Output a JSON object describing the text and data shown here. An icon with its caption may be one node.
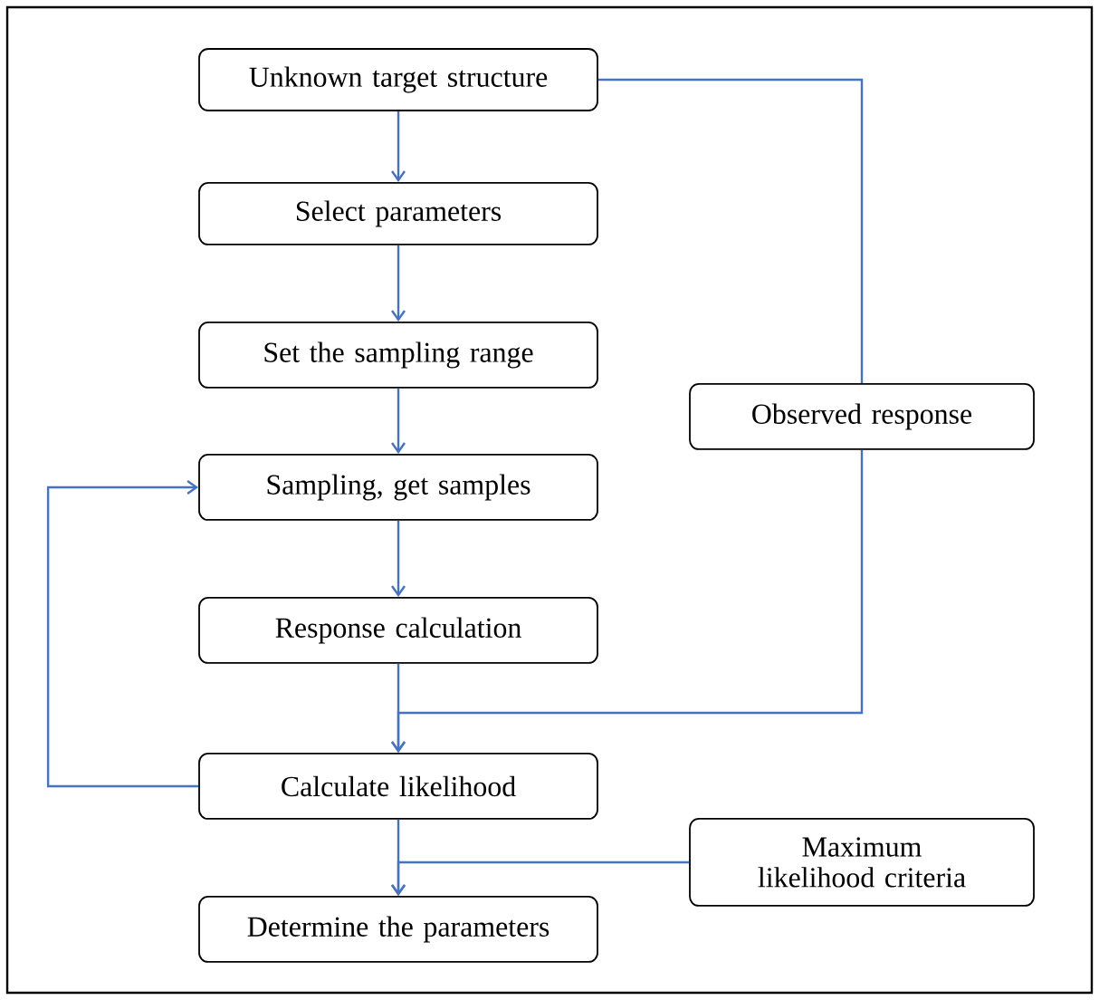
{
  "diagram": {
    "nodes": [
      {
        "text": [
          "Unknown target structure"
        ]
      },
      {
        "text": [
          "Select parameters"
        ]
      },
      {
        "text": [
          "Set the sampling range"
        ]
      },
      {
        "text": [
          "Sampling, get samples"
        ]
      },
      {
        "text": [
          "Response calculation"
        ]
      },
      {
        "text": [
          "Calculate likelihood"
        ]
      },
      {
        "text": [
          "Determine the parameters"
        ]
      },
      {
        "text": [
          "Observed response"
        ]
      },
      {
        "text": [
          "Maximum likelihood criteria"
        ]
      }
    ],
    "edges": [
      {
        "from": 0,
        "to": 1,
        "arrow": "to"
      },
      {
        "from": 1,
        "to": 2,
        "arrow": "to"
      },
      {
        "from": 2,
        "to": 3,
        "arrow": "to"
      },
      {
        "from": 3,
        "to": 4,
        "arrow": "to"
      },
      {
        "from": 0,
        "to": 7,
        "arrow": "none"
      },
      {
        "from": 4,
        "to": 5,
        "arrow": "to"
      },
      {
        "from": 7,
        "to": 5,
        "arrow": "to"
      },
      {
        "from": 5,
        "to": 3,
        "arrow": "to"
      },
      {
        "from": 5,
        "to": 6,
        "arrow": "to"
      },
      {
        "from": 8,
        "to": 6,
        "arrow": "to"
      }
    ]
  }
}
